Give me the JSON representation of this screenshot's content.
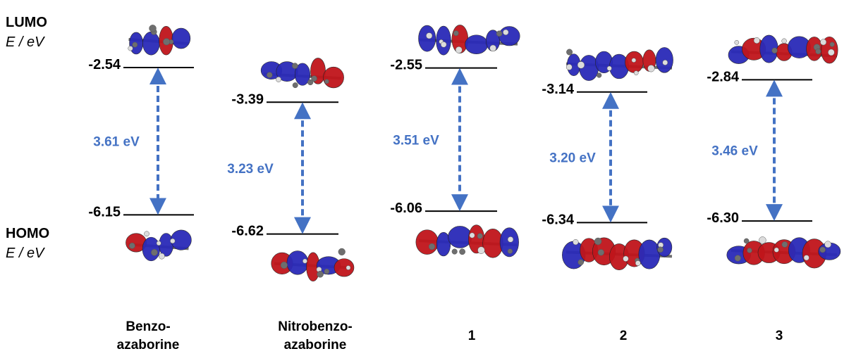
{
  "side_labels": {
    "lumo": "LUMO",
    "lumo_unit": "E / eV",
    "homo": "HOMO",
    "homo_unit": "E / eV"
  },
  "colors": {
    "arrow": "#4472c4",
    "orbital_positive": "#c0151b",
    "orbital_negative": "#2a2ab8",
    "carbon": "#6e6e6e",
    "hydrogen": "#dcdcdc",
    "boron": "#d89a2a"
  },
  "compounds": [
    {
      "name_lines": [
        "Benzo-",
        "azaborine"
      ],
      "lumo_label": "-2.54",
      "lumo_value": -2.54,
      "homo_label": "-6.15",
      "homo_value": -6.15,
      "gap_label": "3.61 eV"
    },
    {
      "name_lines": [
        "Nitrobenzo-",
        "azaborine"
      ],
      "lumo_label": "-3.39",
      "lumo_value": -3.39,
      "homo_label": "-6.62",
      "homo_value": -6.62,
      "gap_label": "3.23 eV"
    },
    {
      "name_lines": [
        "1"
      ],
      "lumo_label": "-2.55",
      "lumo_value": -2.55,
      "homo_label": "-6.06",
      "homo_value": -6.06,
      "gap_label": "3.51 eV"
    },
    {
      "name_lines": [
        "2"
      ],
      "lumo_label": "-3.14",
      "lumo_value": -3.14,
      "homo_label": "-6.34",
      "homo_value": -6.34,
      "gap_label": "3.20 eV"
    },
    {
      "name_lines": [
        "3"
      ],
      "lumo_label": "-2.84",
      "lumo_value": -2.84,
      "homo_label": "-6.30",
      "homo_value": -6.3,
      "gap_label": "3.46 eV"
    }
  ]
}
